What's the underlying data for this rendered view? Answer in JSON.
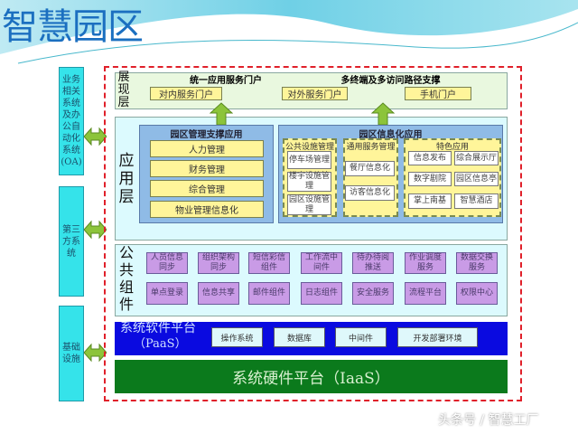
{
  "title": "智慧园区",
  "side": {
    "oa": "业务相关系统及办公自动化系统(OA)",
    "third": "第三方系统",
    "infra": "基础设施"
  },
  "presentation": {
    "label": "展现层",
    "group1_title": "统一应用服务门户",
    "group2_title": "多终端及多访问路径支撑",
    "items": [
      "对内服务门户",
      "对外服务门户",
      "手机门户"
    ]
  },
  "application": {
    "label": "应用层",
    "mgmt": {
      "title": "园区管理支撑应用",
      "items": [
        "人力管理",
        "财务管理",
        "综合管理",
        "物业管理信息化"
      ]
    },
    "info": {
      "title": "园区信息化应用",
      "public": {
        "title": "公共设施管理",
        "items": [
          "停车场管理",
          "楼宇设施管理",
          "园区设施管理"
        ]
      },
      "general": {
        "title": "通用服务管理",
        "items": [
          "餐厅信息化",
          "访客信息化"
        ]
      },
      "special": {
        "title": "特色应用",
        "items": [
          "信息发布",
          "综合展示厅",
          "数字剧院",
          "园区信息亭",
          "掌上南基",
          "智慧酒店"
        ]
      }
    }
  },
  "components": {
    "label": "公共组件",
    "row1": [
      "人员信息同步",
      "组织架构同步",
      "短信彩信组件",
      "工作流中间件",
      "待办待阅推送",
      "作业调度服务",
      "数据交换服务"
    ],
    "row2": [
      "单点登录",
      "信息共享",
      "邮件组件",
      "日志组件",
      "安全服务",
      "流程平台",
      "权限中心"
    ]
  },
  "paas": {
    "title": "系统软件平台",
    "sub": "（PaaS）",
    "items": [
      "操作系统",
      "数据库",
      "中间件",
      "开发部署环境"
    ]
  },
  "iaas": {
    "title": "系统硬件平台（IaaS）"
  },
  "watermark": "头条号 / 智慧工厂"
}
